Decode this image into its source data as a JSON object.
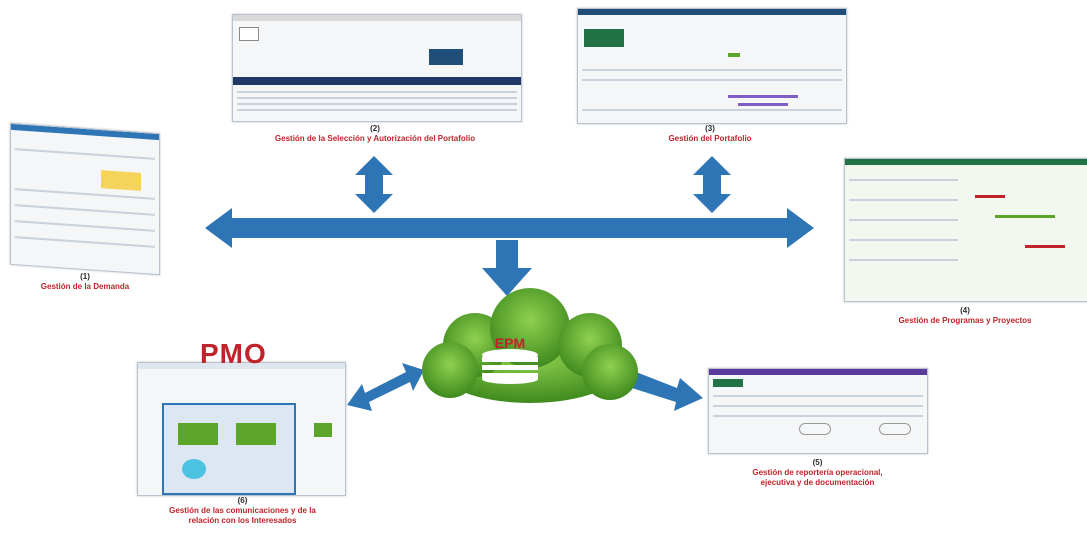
{
  "colors": {
    "arrow": "#2e75b6",
    "label_red": "#c0242a",
    "cloud_green": "#5aa52a",
    "db_white": "#ffffff",
    "epm_text": "#c0242a"
  },
  "center": {
    "title": "EPM",
    "icon": "database-cloud-icon"
  },
  "pmo_label": "PMO",
  "nodes": [
    {
      "num": "(2)",
      "text": "Gestión de la Selección y Autorización del Portafolio"
    },
    {
      "num": "(3)",
      "text": "Gestión del Portafolio"
    },
    {
      "num": "(1)",
      "text": "Gestión de la Demanda"
    },
    {
      "num": "(4)",
      "text": "Gestión de Programas y Proyectos"
    },
    {
      "num": "(6)",
      "text_line1": "Gestión de las comunicaciones y de la",
      "text_line2": "relación con los Interesados"
    },
    {
      "num": "(5)",
      "text_line1": "Gestión de reportería operacional,",
      "text_line2": "ejecutiva y de documentación"
    }
  ]
}
